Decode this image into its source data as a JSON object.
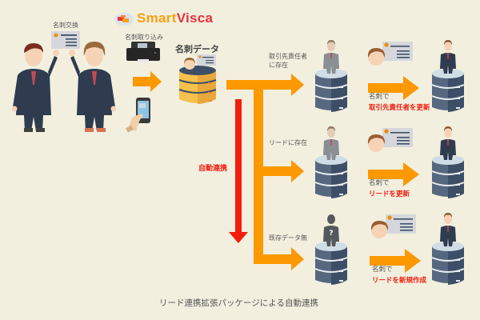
{
  "brand": {
    "part1": "Smart",
    "part2": "Visca"
  },
  "labels": {
    "card_exchange": "名刺交換",
    "card_import": "名刺取り込み",
    "card_data": "名刺データ",
    "auto_sync": "自動連携",
    "caption": "リード連携拡張パッケージによる自動連携"
  },
  "branches": [
    {
      "condition_line1": "取引先責任者",
      "condition_line2": "に存在",
      "action_prefix": "名刺で",
      "action": "取引先責任者を更新",
      "source_person": "known-gray"
    },
    {
      "condition_line1": "リードに存在",
      "condition_line2": "",
      "action_prefix": "名刺で",
      "action": "リードを更新",
      "source_person": "known-gray"
    },
    {
      "condition_line1": "既存データ無",
      "condition_line2": "",
      "action_prefix": "名刺で",
      "action": "リードを新規作成",
      "source_person": "unknown"
    }
  ],
  "colors": {
    "background": "#f2efdf",
    "orange_arrow": "#fc9800",
    "red_arrow": "#f21d0c",
    "db_dark": "#3d4f66",
    "db_gold": "#f5c04b",
    "suit_navy": "#2f3b4f"
  }
}
